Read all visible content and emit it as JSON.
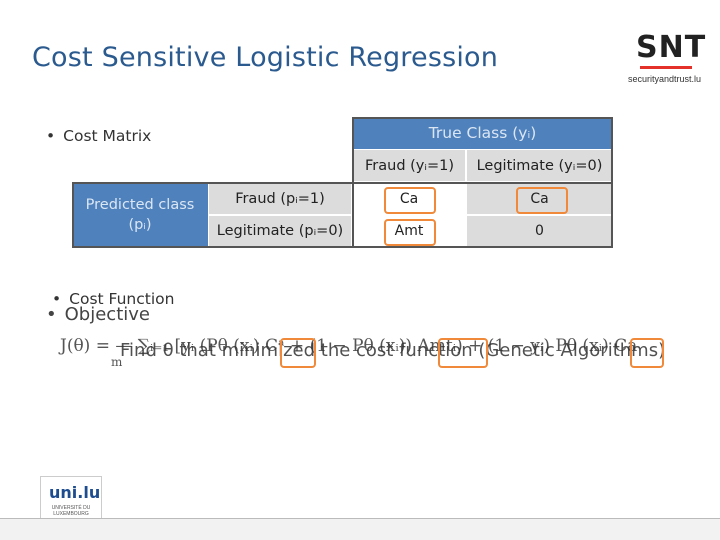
{
  "slide": {
    "title": "Cost Sensitive Logistic Regression"
  },
  "logo_snt": {
    "mark": "SNT",
    "subtitle": "securityandtrust.lu"
  },
  "bullets": {
    "cost_matrix": "Cost Matrix",
    "cost_function": "Cost Function",
    "objective": "Objective",
    "bullet_glyph": "•"
  },
  "cost_matrix_table": {
    "true_class_header": "True Class (yᵢ)",
    "true_fraud": "Fraud (yᵢ=1)",
    "true_legit": "Legitimate (yᵢ=0)",
    "predicted_header": "Predicted class (pᵢ)",
    "pred_fraud": "Fraud (pᵢ=1)",
    "pred_legit": "Legitimate (pᵢ=0)",
    "cells": {
      "fraud_fraud": "Ca",
      "fraud_legit": "Ca",
      "legit_fraud": "Amt",
      "legit_legit": "0"
    }
  },
  "formula": {
    "lhs": "J(θ) = — ∑ᵢ₌₁ [yᵢ (Pθ (xᵢ) Cᵃ + (1 − Pθ (xᵢ)) Amtᵢ) + (1 − yᵢ) Pθ (xᵢ) Ca",
    "fraction_m": "m",
    "overlay": "Find θ that minimized the cost function (Genetic Algorithms)"
  },
  "logo_uni": {
    "mark": "uni.lu",
    "subtitle": "UNIVERSITÉ DU LUXEMBOURG"
  },
  "colors": {
    "title": "#2b5a8f",
    "header_blue": "#4f81bd",
    "cell_grey": "#dcdcdc",
    "highlight_orange": "#f08a3a",
    "snt_red": "#e4322b"
  }
}
